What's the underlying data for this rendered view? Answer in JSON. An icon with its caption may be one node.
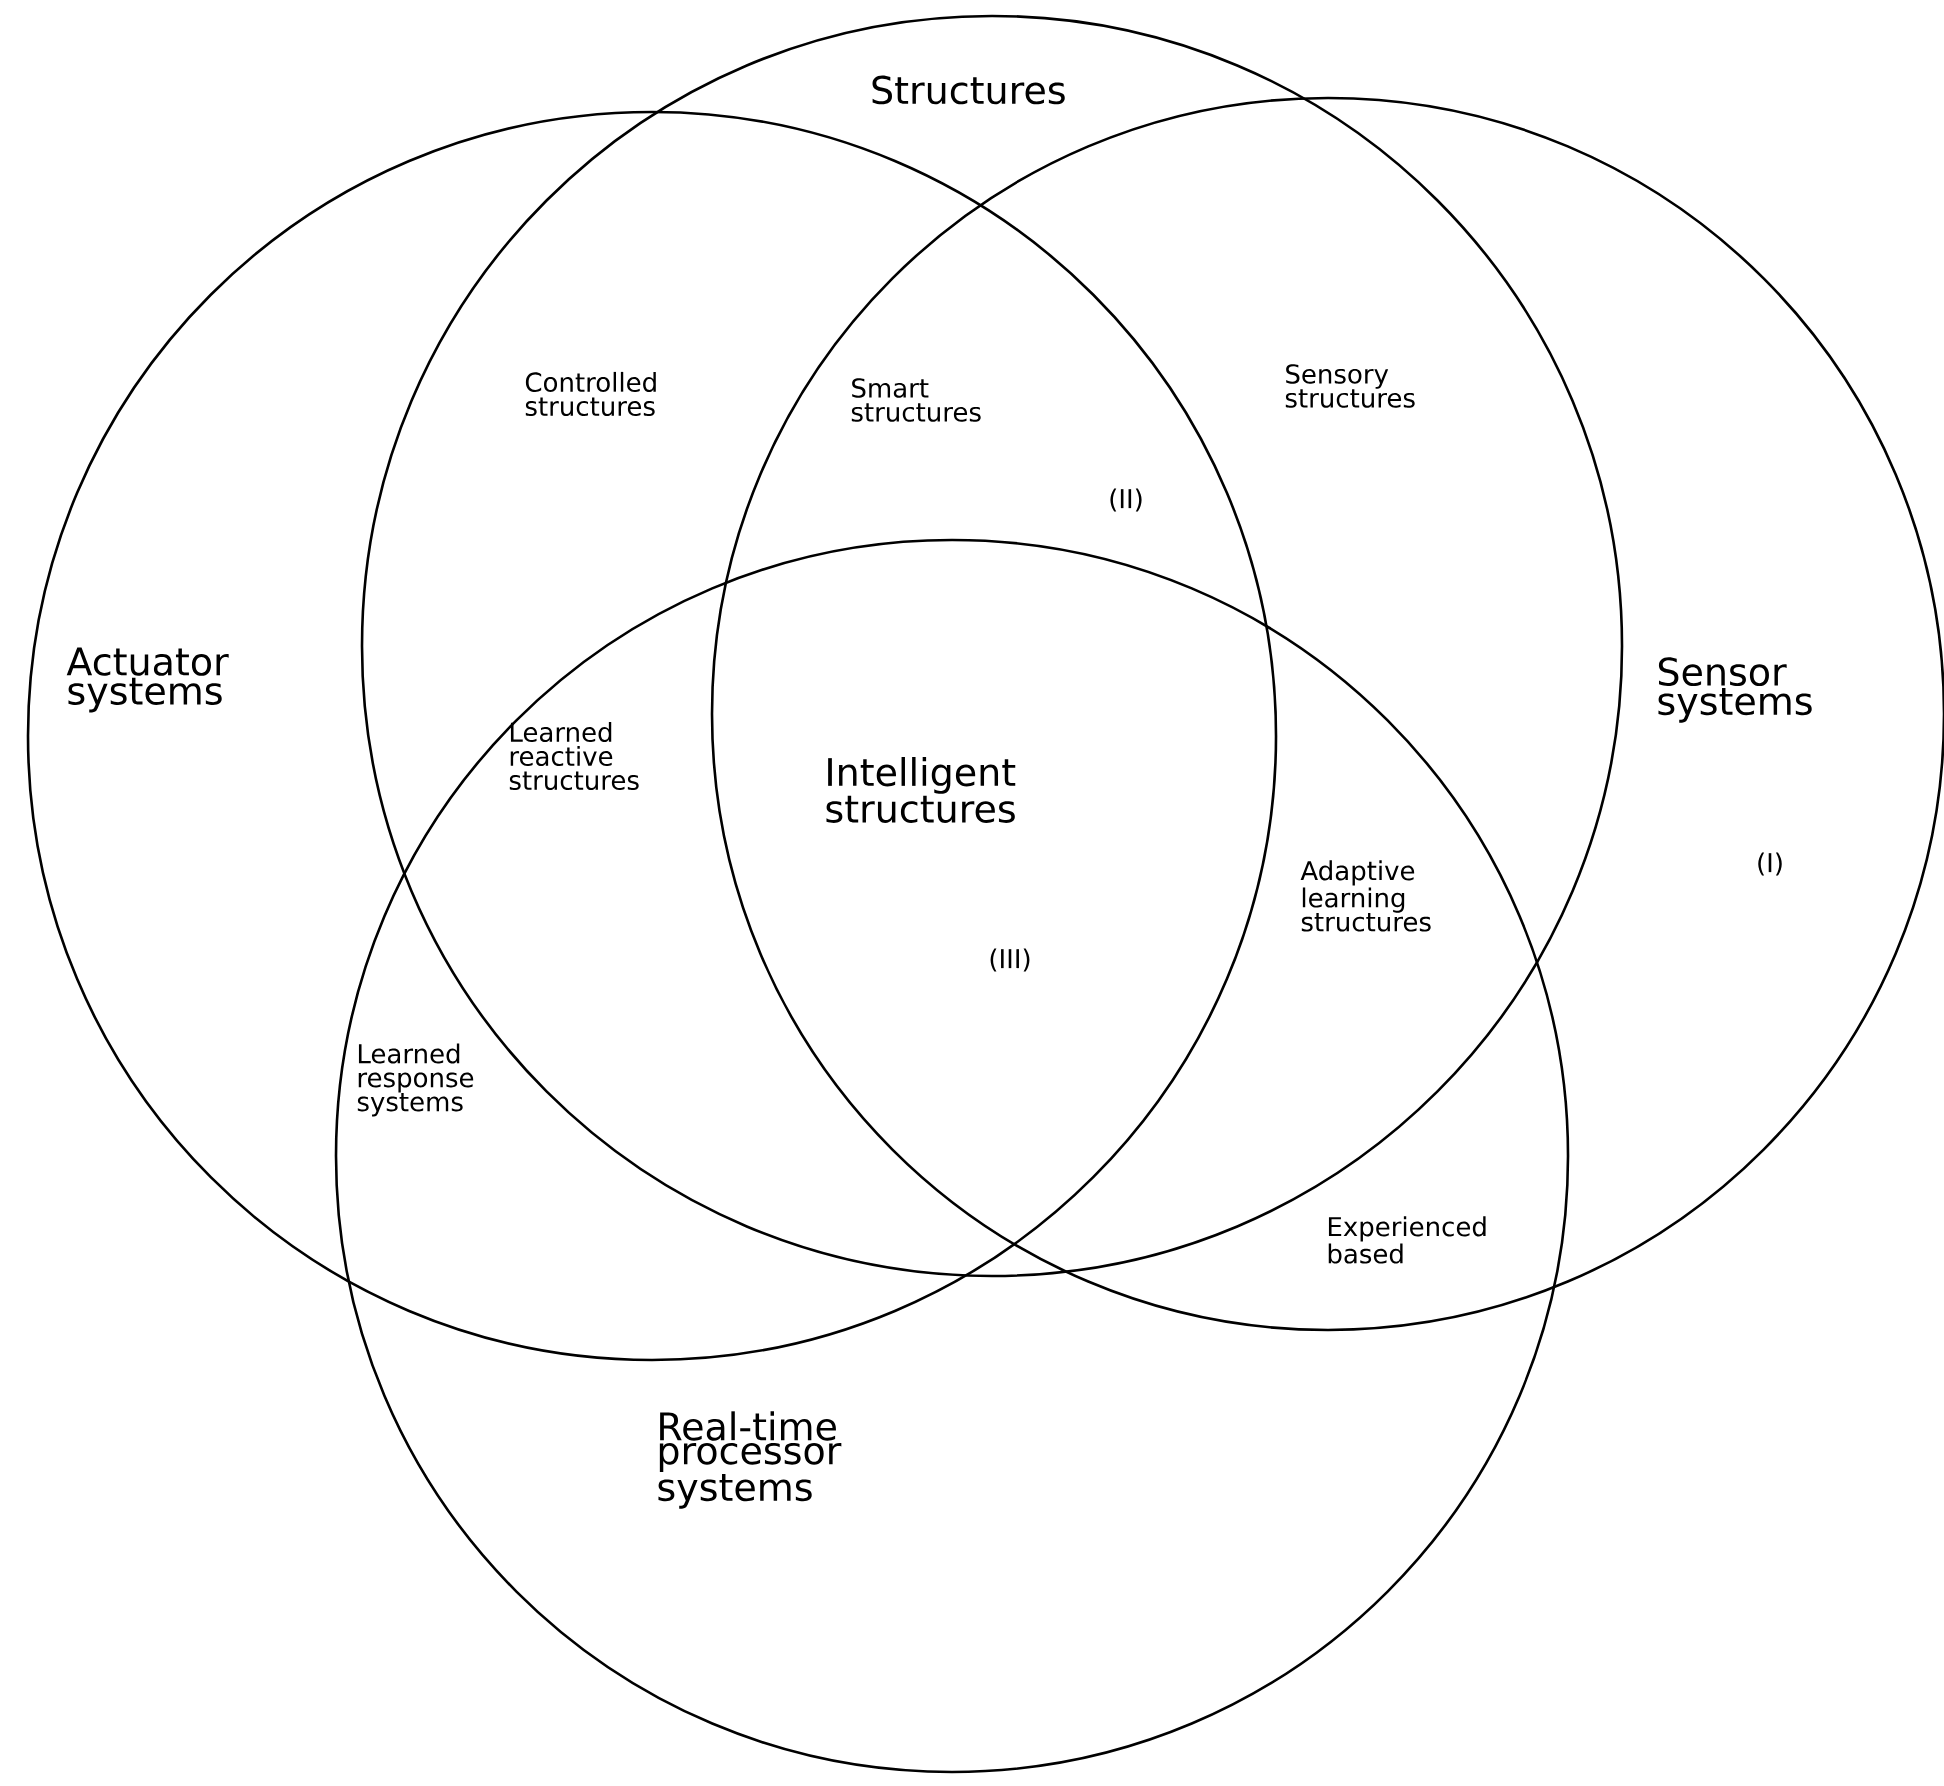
{
  "diagram": {
    "nodes": [
      {
        "text": [
          "Structures"
        ]
      },
      {
        "text": [
          "Actuator systems"
        ]
      },
      {
        "text": [
          "Sensor systems"
        ]
      },
      {
        "text": [
          "Real-time processor systems"
        ]
      }
    ],
    "labels": [
      "Controlled structures",
      "Smart structures",
      "Sensory structures",
      "(II)",
      "Intelligent structures",
      "Learned reactive structures",
      "Adaptive learning structures",
      "(I)",
      "(III)",
      "Learned response systems",
      "Experienced based"
    ]
  }
}
